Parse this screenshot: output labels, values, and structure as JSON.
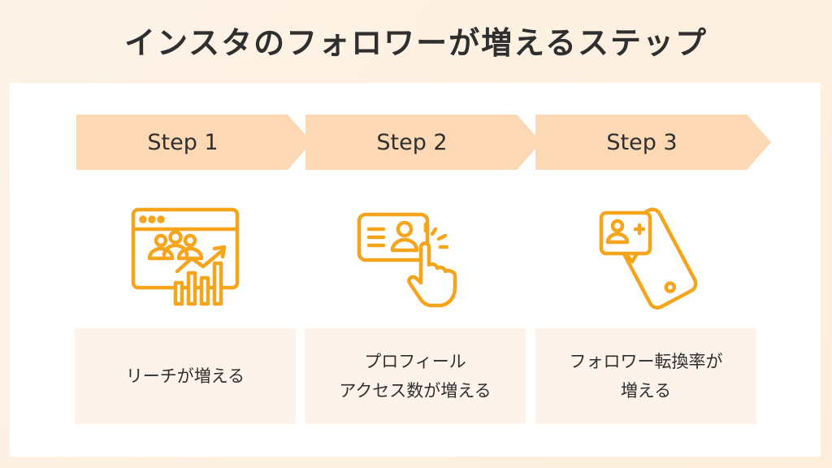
{
  "title": "インスタのフォロワーが増えるステップ",
  "steps": [
    {
      "label": "Step 1",
      "icon": "analytics-browser-icon",
      "desc": [
        "リーチが増える"
      ]
    },
    {
      "label": "Step 2",
      "icon": "profile-card-tap-icon",
      "desc": [
        "プロフィール",
        "アクセス数が増える"
      ]
    },
    {
      "label": "Step 3",
      "icon": "smartphone-add-follower-icon",
      "desc": [
        "フォロワー転換率が",
        "増える"
      ]
    }
  ],
  "colors": {
    "accent": "#f5a51c",
    "banner": "#fcd9b4",
    "panel": "#fdf3ea",
    "text": "#2f2f2f"
  }
}
